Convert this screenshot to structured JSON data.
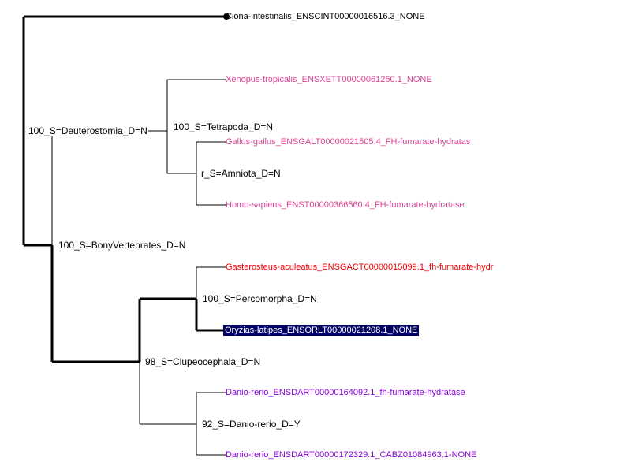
{
  "tree": {
    "root_marker": "filled-circle",
    "selected_highlight_color": "#000066",
    "colors": {
      "outgroup": "#000000",
      "tetrapod": "#dd4499",
      "percomorph": "#ee0000",
      "selected_text": "#ffffff",
      "danio": "#8800dd"
    },
    "internal_nodes": {
      "deuterostomia": "100_S=Deuterostomia_D=N",
      "tetrapoda": "100_S=Tetrapoda_D=N",
      "amniota": "r_S=Amniota_D=N",
      "bony_vertebrates": "100_S=BonyVertebrates_D=N",
      "percomorpha": "100_S=Percomorpha_D=N",
      "clupeocephala": "98_S=Clupeocephala_D=N",
      "danio_rerio": "92_S=Danio-rerio_D=Y"
    },
    "leaves": {
      "ciona": "Ciona-intestinalis_ENSCINT00000016516.3_NONE",
      "xenopus": "Xenopus-tropicalis_ENSXETT00000061260.1_NONE",
      "gallus": "Gallus-gallus_ENSGALT00000021505.4_FH-fumarate-hydratas",
      "homo": "Homo-sapiens_ENST00000366560.4_FH-fumarate-hydratase",
      "gasterosteus": "Gasterosteus-aculeatus_ENSGACT00000015099.1_fh-fumarate-hydr",
      "oryzias": "Oryzias-latipes_ENSORLT00000021208.1_NONE",
      "danio1": "Danio-rerio_ENSDART00000164092.1_fh-fumarate-hydratase",
      "danio2": "Danio-rerio_ENSDART00000172329.1_CABZ01084963.1-NONE"
    }
  }
}
